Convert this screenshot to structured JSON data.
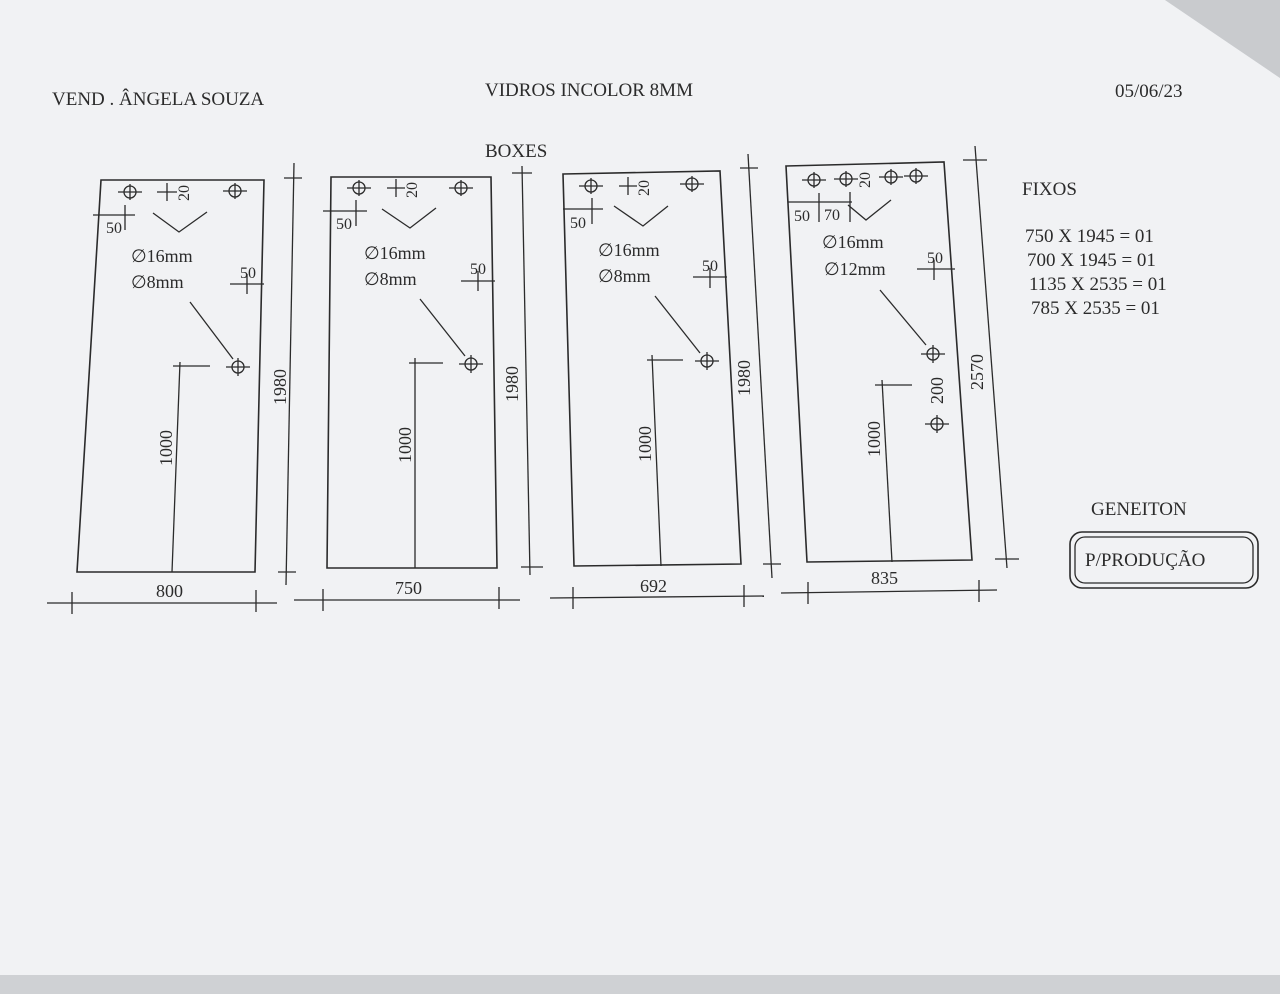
{
  "header": {
    "vendor": "VEND . ÂNGELA SOUZA",
    "product": "VIDROS   INCOLOR 8MM",
    "date": "05/06/23",
    "section": "BOXES"
  },
  "panels": [
    {
      "width": "800",
      "height": "1980",
      "edge_offset": "50",
      "top_offset": "20",
      "side_offset": "50",
      "hole_large": "∅16mm",
      "hole_small": "∅8mm",
      "handle_height": "1000"
    },
    {
      "width": "750",
      "height": "1980",
      "edge_offset": "50",
      "top_offset": "20",
      "side_offset": "50",
      "hole_large": "∅16mm",
      "hole_small": "∅8mm",
      "handle_height": "1000"
    },
    {
      "width": "692",
      "height": "1980",
      "edge_offset": "50",
      "top_offset": "20",
      "side_offset": "50",
      "hole_large": "∅16mm",
      "hole_small": "∅8mm",
      "handle_height": "1000"
    },
    {
      "width": "835",
      "height": "2570",
      "edge_offset": "50",
      "edge_offset_2": "70",
      "top_offset": "20",
      "side_offset": "50",
      "hole_large": "∅16mm",
      "hole_small": "∅12mm",
      "handle_height": "1000",
      "hole_spacing": "200"
    }
  ],
  "fixos": {
    "title": "FIXOS",
    "items": [
      "750 X 1945 = 01",
      "700 X 1945 = 01",
      "1135 X 2535 = 01",
      "785 X 2535 = 01"
    ]
  },
  "footer": {
    "name": "GENEITON",
    "stamp": "P/PRODUÇÃO"
  }
}
